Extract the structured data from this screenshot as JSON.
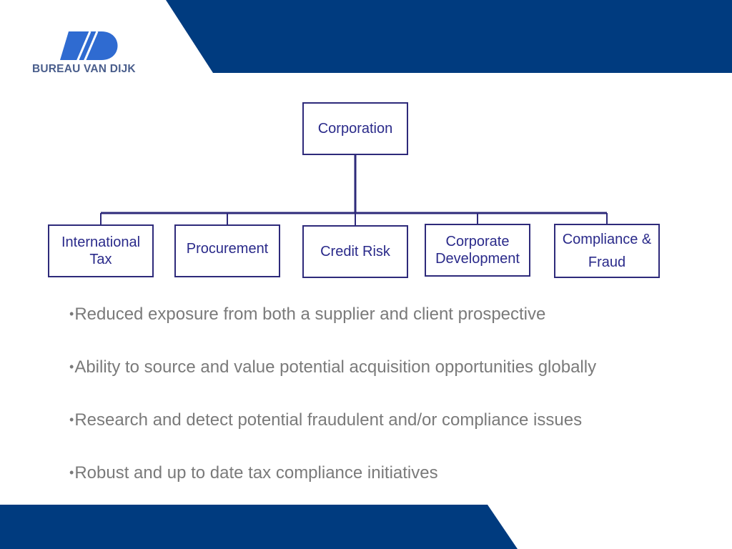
{
  "brand": {
    "name": "BUREAU VAN DIJK",
    "primary_color": "#003b7f",
    "logo_icon": "bvd-logo-icon"
  },
  "diagram": {
    "root": {
      "label": "Corporation"
    },
    "children": [
      {
        "label_lines": [
          "International",
          "Tax"
        ]
      },
      {
        "label_lines": [
          "Procurement"
        ]
      },
      {
        "label_lines": [
          "Credit Risk"
        ]
      },
      {
        "label_lines": [
          "Corporate",
          "Development"
        ]
      },
      {
        "label_lines": [
          "Compliance &",
          "Fraud"
        ]
      }
    ],
    "box_border_color": "#2e2a7a",
    "text_color": "#2a2a8a"
  },
  "bullets": [
    "Reduced exposure from both a supplier and client prospective",
    "Ability to source and value potential acquisition opportunities globally",
    "Research and detect potential fraudulent and/or compliance issues",
    "Robust and up to date tax compliance initiatives"
  ]
}
